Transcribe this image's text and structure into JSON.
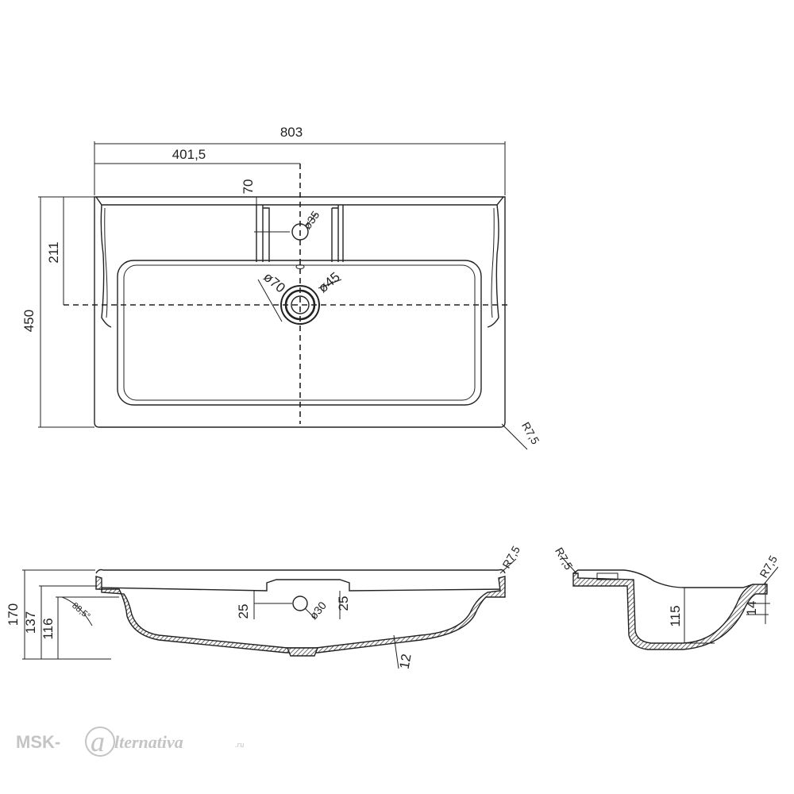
{
  "top_view": {
    "overall_width": "803",
    "half_width": "401,5",
    "depth": "450",
    "drain_offset": "211",
    "tap_offset": "70",
    "tap_hole": "ø35",
    "drain_outer": "ø70",
    "drain_inner": "ø45",
    "corner_radius": "R7,5"
  },
  "front_section": {
    "overall_height": "170",
    "inner_height": "137",
    "bowl_height": "116",
    "angle": "88,5°",
    "overflow_left": "25",
    "overflow_right": "25",
    "overflow_hole": "ø30",
    "wall_thickness": "12",
    "corner_radius": "R7,5"
  },
  "side_section": {
    "radius_left": "R7,5",
    "radius_right": "R7,5",
    "bowl_depth": "115",
    "rim_thickness": "14"
  },
  "watermark": {
    "brand_prefix": "MSK-",
    "brand_suffix": "lternativa",
    "domain": ".ru"
  },
  "colors": {
    "line": "#222222",
    "hatch": "#444444",
    "watermark": "#c4c4c4"
  }
}
